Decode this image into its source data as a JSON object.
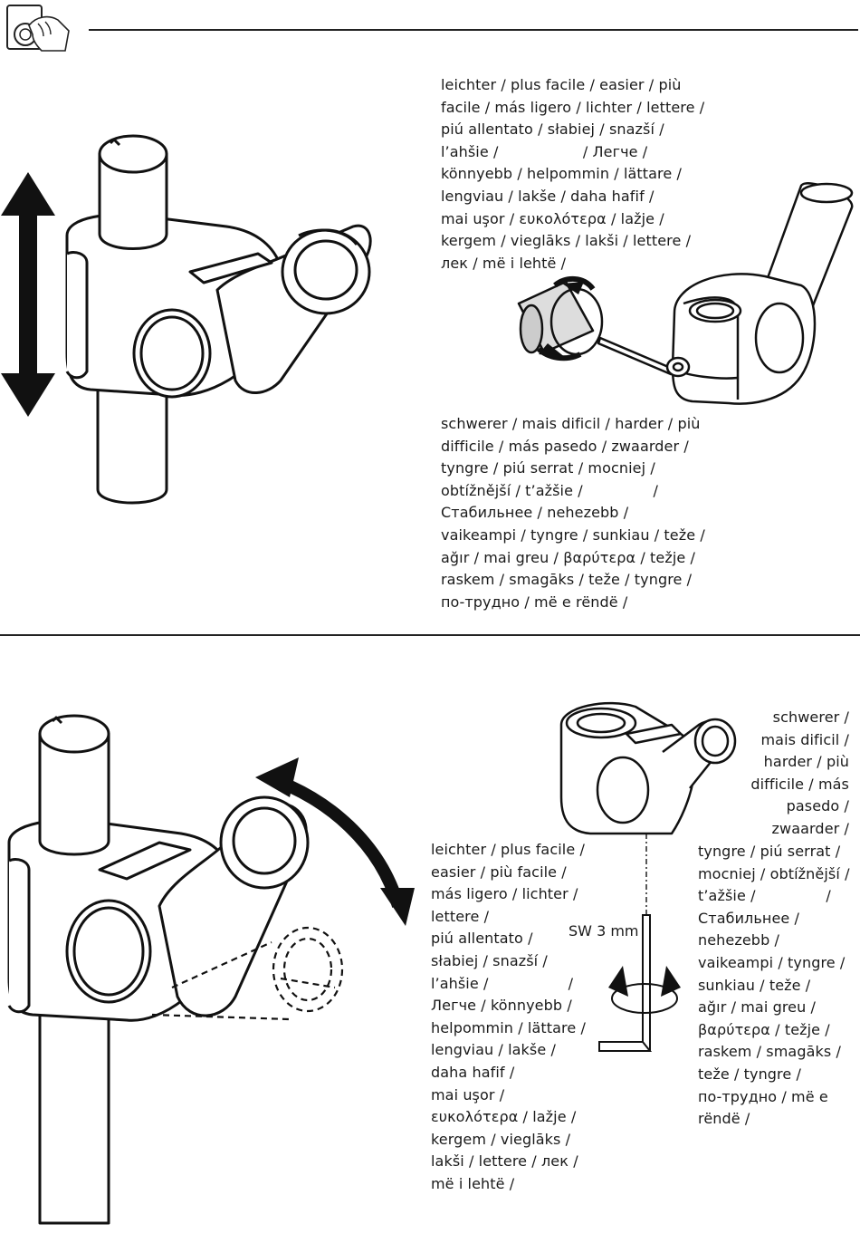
{
  "header_icon": "hand-turning-knob-icon",
  "section1": {
    "easier_lines": [
      "leichter / plus facile / easier / più",
      "facile / más ligero / lichter / lettere /",
      "piú allentato / słabiej / snazší /",
      "l’ahšie /                  / Легче /",
      "könnyebb / helpommin / lättare /",
      "lengviau / lakše / daha hafif /",
      "mai uşor / ευκολότερα / lažje /",
      "kergem / vieglāks / lakši / lettere /",
      "лек / më i lehtë /"
    ],
    "harder_lines": [
      "schwerer / mais dificil / harder / più",
      "difficile / más pasedo / zwaarder /",
      "tyngre / piú serrat / mocniej /",
      "obtížnější / t’ažšie /               /",
      "Стабильнее / nehezebb /",
      "vaikeampi / tyngre / sunkiau / teže /",
      "ağır / mai greu / βαρύτερα / težje /",
      "raskem / smagāks / teže / tyngre /",
      "по-трудно / më e rëndë /"
    ]
  },
  "section2": {
    "tool_label": "SW 3 mm",
    "easier_lines": [
      "leichter / plus facile /",
      "easier / più facile /",
      "más ligero / lichter /",
      "lettere /",
      "piú allentato /",
      "słabiej / snazší /",
      "l’ahšie /                 /",
      "Легче / könnyebb /",
      "helpommin / lättare /",
      "lengviau / lakše /",
      "daha hafif /",
      "mai uşor /",
      "ευκολότερα / lažje /",
      "kergem / vieglāks /",
      "lakši / lettere / лек /",
      "më i lehtë /"
    ],
    "harder_lines_top": [
      "schwerer /",
      "mais dificil /",
      "harder / più",
      "difficile / más",
      "pasedo /",
      "zwaarder /"
    ],
    "harder_lines_bottom": [
      "tyngre / piú serrat /",
      "mocniej / obtížnější /",
      "t’ažšie /               /",
      "Стабильнее /",
      "nehezebb /",
      "vaikeampi / tyngre /",
      "sunkiau / teže /",
      "ağır / mai greu /",
      "βαρύτερα / težje /",
      "raskem / smagāks /",
      "teže / tyngre /",
      "по-трудно / më e",
      "rëndë /"
    ]
  }
}
